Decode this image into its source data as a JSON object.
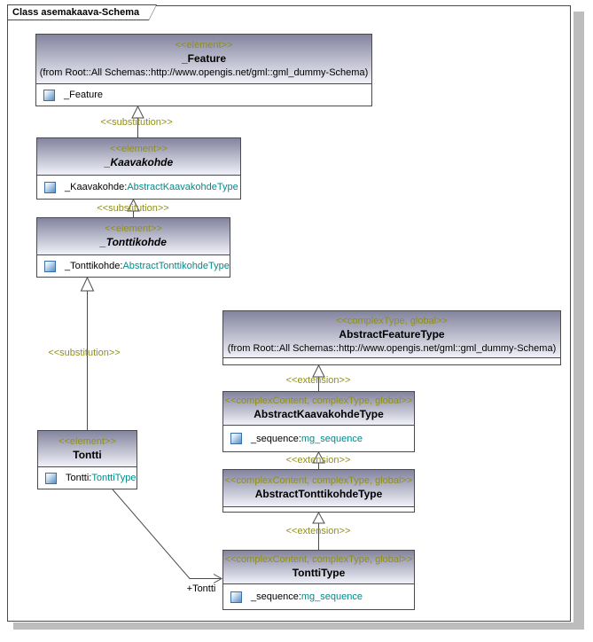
{
  "frame": {
    "tab_title": "Class asemakaava-Schema"
  },
  "colors": {
    "stereotype_text": "#8f8f1a",
    "type_link_text": "#008b8b",
    "box_border": "#4a4a4a",
    "header_gradient_top": "#83849e",
    "header_gradient_bottom": "#f0f1f8",
    "page_shadow": "#bdbdbd",
    "attr_icon_blue": "#5d8fc4"
  },
  "boxes": {
    "feature": {
      "stereotype": "<<element>>",
      "name": "_Feature",
      "origin": "(from Root::All Schemas::http://www.opengis.net/gml::gml_dummy-Schema)",
      "attr_name": "_Feature",
      "attr_type": ""
    },
    "kaavakohde": {
      "stereotype": "<<element>>",
      "name": "_Kaavakohde",
      "attr_name": "_Kaavakohde:",
      "attr_type": "AbstractKaavakohdeType"
    },
    "tonttikohde": {
      "stereotype": "<<element>>",
      "name": "_Tonttikohde",
      "attr_name": "_Tonttikohde:",
      "attr_type": "AbstractTonttikohdeType"
    },
    "abstract_feature_type": {
      "stereotype": "<<complexType, global>>",
      "name": "AbstractFeatureType",
      "origin": "(from Root::All Schemas::http://www.opengis.net/gml::gml_dummy-Schema)"
    },
    "abstract_kaavakohde_type": {
      "stereotype": "<<complexContent, complexType, global>>",
      "name": "AbstractKaavakohdeType",
      "attr_name": "_sequence:",
      "attr_type": "mg_sequence"
    },
    "abstract_tonttikohde_type": {
      "stereotype": "<<complexContent, complexType, global>>",
      "name": "AbstractTonttikohdeType"
    },
    "tontti_type": {
      "stereotype": "<<complexContent, complexType, global>>",
      "name": "TonttiType",
      "attr_name": "_sequence:",
      "attr_type": "mg_sequence"
    },
    "tontti": {
      "stereotype": "<<element>>",
      "name": "Tontti",
      "attr_name": "Tontti:",
      "attr_type": "TonttiType"
    }
  },
  "connectors": {
    "substitution_label": "<<substitution>>",
    "extension_label": "<<extension>>",
    "tontti_role_label": "+Tontti"
  }
}
